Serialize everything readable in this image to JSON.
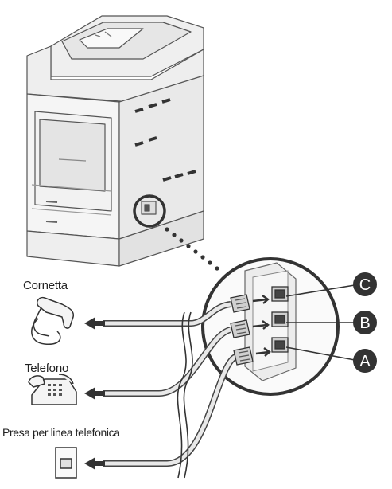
{
  "labels": {
    "handset": "Cornetta",
    "telephone": "Telefono",
    "wall_jack": "Presa per linea telefonica"
  },
  "ports": [
    "C",
    "B",
    "A"
  ],
  "colors": {
    "line": "#444444",
    "fill_light": "#f4f4f4",
    "fill_mid": "#d9d9d9",
    "badge": "#333333"
  },
  "icons": [
    "multifunction-printer-icon",
    "handset-icon",
    "telephone-icon",
    "wall-jack-icon"
  ]
}
